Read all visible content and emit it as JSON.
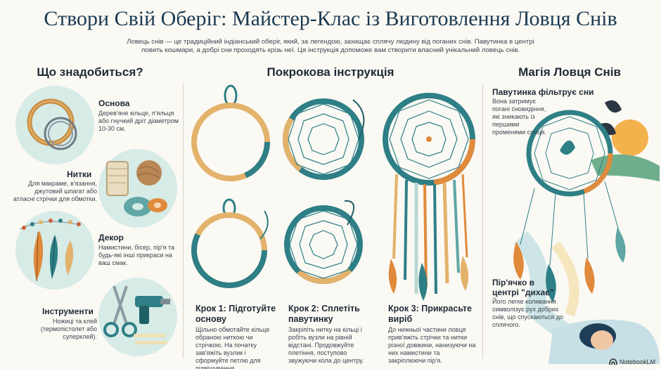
{
  "title": "Створи Свій Оберіг: Майстер-Клас із Виготовлення Ловця Снів",
  "intro": "Ловець снів — це традиційний індіанський оберіг, який, за легендою, захищає сплячу людину від поганих снів. Павутинка в центрі ловить кошмари, а добрі сни проходять крізь неї. Ця інструкція допоможе вам створити власний унікальний ловець снів.",
  "materials": {
    "heading": "Що знадобиться?",
    "items": [
      {
        "name": "Основа",
        "desc": "Дерев'яне кільце, п'яльця або гнучкий дріт діаметром 10-30 см.",
        "icon": "hoop-icon"
      },
      {
        "name": "Нитки",
        "desc": "Для макраме, в'язання, джутовий шпагат або атласні стрічки для обмотки.",
        "icon": "thread-spool-icon"
      },
      {
        "name": "Декор",
        "desc": "Намистини, бісер, пір'я та будь-які інші прикраси на ваш смак.",
        "icon": "feather-beads-icon"
      },
      {
        "name": "Інструменти",
        "desc": "Ножиці та клей (термопістолет або суперклей).",
        "icon": "scissors-glue-gun-icon"
      }
    ]
  },
  "steps": {
    "heading": "Покрокова інструкція",
    "items": [
      {
        "title": "Крок 1: Підготуйте основу",
        "desc": "Щільно обмотайте кільце обраною ниткою чи стрічкою. На початку зав'яжіть вузлик і сформуйте петлю для підвішування."
      },
      {
        "title": "Крок 2: Сплетіть павутинку",
        "desc": "Закріпіть нитку на кільці і робіть вузли на рівній відстані. Продовжуйте плетіння, поступово звужуючи кола до центру."
      },
      {
        "title": "Крок 3: Прикрасьте виріб",
        "desc": "До нижньої частини ловця прив'яжіть стрічки та нитки різної довжини, нанизуючи на них намистини та закріплюючи пір'я."
      }
    ]
  },
  "magic": {
    "heading": "Магія Ловця Снів",
    "web_title": "Павутинка фільтрує сни",
    "web_desc": "Вона затримує погані сновидіння, які зникають із першими променями сонця.",
    "feather_title": "Пір'ячко в центрі \"дихає\"",
    "feather_desc": "Його легке коливання символізує рух добрих снів, що спускаються до сплячого."
  },
  "badge": "NotebookLM",
  "colors": {
    "teal": "#2e7f86",
    "orange": "#e08a3c",
    "navy": "#1b3a52",
    "mint": "#d7ebe7"
  }
}
